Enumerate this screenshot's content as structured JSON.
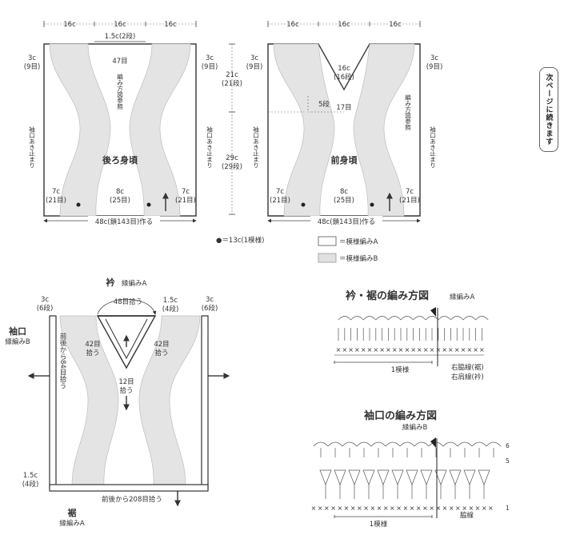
{
  "back": {
    "title": "後ろ身頃",
    "top_widths": [
      "16c",
      "16c",
      "16c"
    ],
    "neck": "1.5c(2段)",
    "neck_count": "47目",
    "side_top_cm": "3c",
    "side_top_st": "(9目)",
    "right_top_cm": "3c",
    "right_top_st": "(9目)",
    "pattern_ref": "編み方図参照",
    "armhole_left": "袖口あき止まり",
    "armhole_right": "袖口あき止まり",
    "bottom_left_cm": "7c",
    "bottom_left_st": "(21目)",
    "bottom_mid_cm": "8c",
    "bottom_mid_st": "(25目)",
    "bottom_right_cm": "7c",
    "bottom_right_st": "(21目)",
    "cast_on": "48c(鎖143目)作る"
  },
  "height": {
    "upper_cm": "21c",
    "upper_rows": "(21段)",
    "lower_cm": "29c",
    "lower_rows": "(29段)"
  },
  "front": {
    "title": "前身頃",
    "top_widths": [
      "16c",
      "16c",
      "16c"
    ],
    "neck_cm": "16c",
    "neck_st": "(16段)",
    "side_left_cm": "3c",
    "side_left_st": "(9目)",
    "side_right_cm": "3c",
    "side_right_st": "(9目)",
    "rows5": "5段",
    "st17": "17目",
    "pattern_ref": "編み方図参照",
    "armhole_left": "袖口あき止まり",
    "armhole_right": "袖口あき止まり",
    "bottom_left_cm": "7c",
    "bottom_left_st": "(21目)",
    "bottom_mid_cm": "8c",
    "bottom_mid_st": "(25目)",
    "bottom_right_cm": "7c",
    "bottom_right_st": "(21目)",
    "cast_on": "48c(鎖143目)作る"
  },
  "legend": {
    "dot_note": "●＝13c(1模様)",
    "pattern_a": "＝模様編みA",
    "pattern_b": "＝模様編みB"
  },
  "notice": "次ページに続きます",
  "assembly": {
    "collar_title": "衿",
    "collar_pattern": "縁編みA",
    "sleeve_title": "袖口",
    "sleeve_pattern": "縁編みB",
    "hem_title": "裾",
    "hem_pattern": "縁編みA",
    "left_top_cm": "3c",
    "left_top_rows": "(6段)",
    "right_top_cm": "3c",
    "right_top_rows": "(6段)",
    "collar_right_cm": "1.5c",
    "collar_right_rows": "(4段)",
    "pickup_48": "48目拾う",
    "pickup_42_left_a": "42目",
    "pickup_42_left_b": "拾う",
    "pickup_42_right_a": "42目",
    "pickup_42_right_b": "拾う",
    "pickup_12_a": "12目",
    "pickup_12_b": "拾う",
    "sleeve_pickup": "前後から84目拾う",
    "hem_cm": "1.5c",
    "hem_rows": "(4段)",
    "hem_pickup": "前後から208目拾う"
  },
  "chart1": {
    "title": "衿・裾の編み方図",
    "pattern": "縁編みA",
    "repeat": "1模様",
    "right_side": "右脇線(裾)",
    "right_shoulder": "右肩線(衿)"
  },
  "chart2": {
    "title": "袖口の編み方図",
    "pattern": "縁編みB",
    "repeat": "1模様",
    "side": "脇線",
    "rows": [
      "6",
      "5",
      "1"
    ]
  }
}
